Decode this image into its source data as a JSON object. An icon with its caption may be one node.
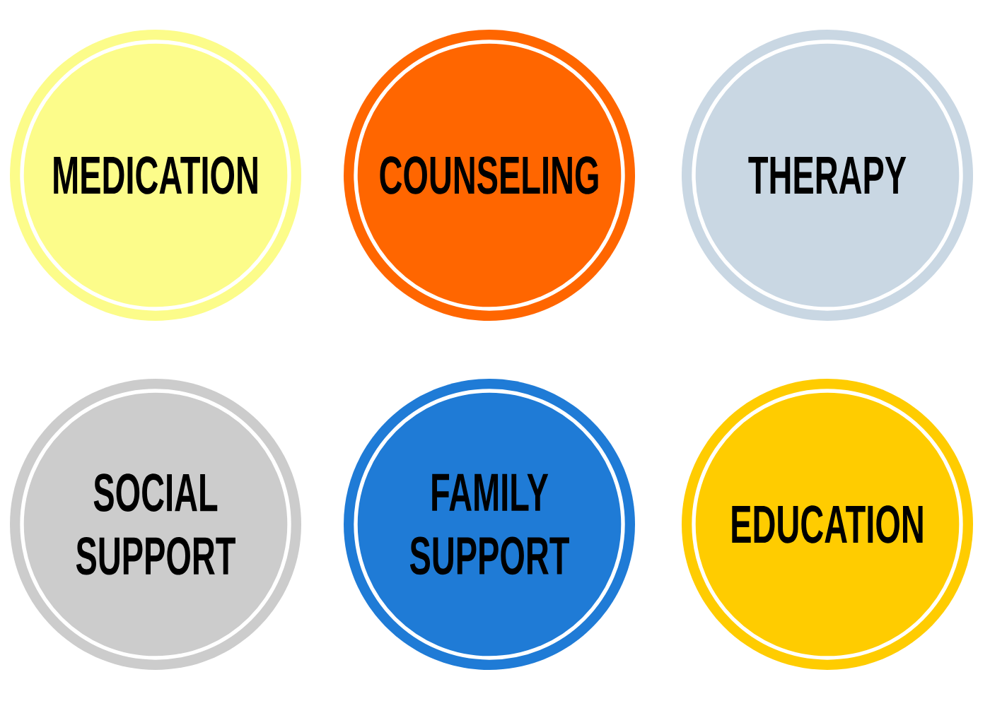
{
  "diagram": {
    "nodes": [
      {
        "text": [
          "MEDICATION"
        ]
      },
      {
        "text": [
          "COUNSELING"
        ]
      },
      {
        "text": [
          "THERAPY"
        ]
      },
      {
        "text": [
          "SOCIAL SUPPORT"
        ]
      },
      {
        "text": [
          "FAMILY SUPPORT"
        ]
      },
      {
        "text": [
          "EDUCATION"
        ]
      }
    ]
  }
}
